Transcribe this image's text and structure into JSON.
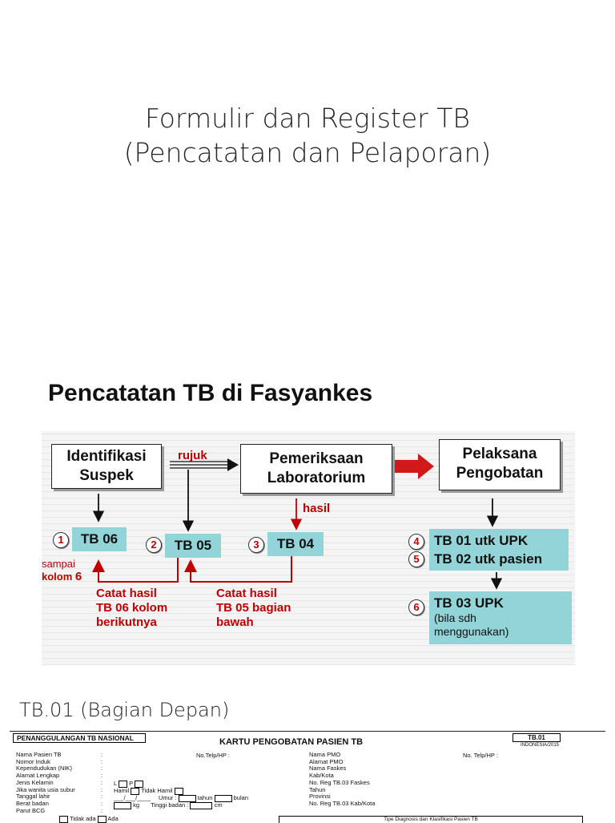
{
  "slide1": {
    "title_line1": "Formulir dan Register TB",
    "title_line2": "(Pencatatan dan Pelaporan)"
  },
  "slide2": {
    "heading": "Pencatatan TB di Fasyankes",
    "boxes": {
      "identifikasi_l1": "Identifikasi",
      "identifikasi_l2": "Suspek",
      "pemeriksaan_l1": "Pemeriksaan",
      "pemeriksaan_l2": "Laboratorium",
      "pelaksana_l1": "Pelaksana",
      "pelaksana_l2": "Pengobatan"
    },
    "labels": {
      "rujuk": "rujuk",
      "hasil": "hasil",
      "sampai": "sampai",
      "kolom": "kolom",
      "kolom_num": "6",
      "catat1_l1": "Catat hasil",
      "catat1_l2": "TB 06 kolom",
      "catat1_l3": "berikutnya",
      "catat2_l1": "Catat hasil",
      "catat2_l2": "TB 05 bagian",
      "catat2_l3": "bawah"
    },
    "numbers": [
      "1",
      "2",
      "3",
      "4",
      "5",
      "6"
    ],
    "forms": {
      "tb06": "TB 06",
      "tb05": "TB 05",
      "tb04": "TB 04",
      "tb01": "TB 01 utk UPK",
      "tb02": "TB 02 utk pasien",
      "tb03": "TB 03 UPK",
      "tb03_note_l1": "(bila sdh",
      "tb03_note_l2": "menggunakan)"
    },
    "colors": {
      "accent_red": "#c00000",
      "form_fill": "#92d4d8"
    }
  },
  "slide3": {
    "title": "TB.01 (Bagian Depan)",
    "card": {
      "program": "PENANGGULANGAN TB NASIONAL",
      "title": "KARTU PENGOBATAN PASIEN TB",
      "code": "TB.01",
      "edition": "INDONESIA/2015",
      "left_fields": [
        "Nama Pasien TB",
        "Nomor Induk",
        "Kependudukan (NIK)",
        "Alamat Lengkap",
        "Jenis Kelamin",
        "Jika wanita usia subur",
        "Tanggal lahir",
        "Berat badan",
        "Parut BCG"
      ],
      "mid_fields": [
        "No.Telp/HP",
        "Nama PMO",
        "Alamat PMO",
        "Nama Faskes",
        "Kab/Kota",
        "No. Reg TB.03 Faskes",
        "Tahun",
        "Provinsi",
        "No. Reg TB.03 Kab/Kota"
      ],
      "phone_right": "No. Telp/HP",
      "sex_l": "L",
      "sex_p": "P",
      "hamil": "Hamil",
      "tidak_hamil": "Tidak Hamil",
      "date_fmt": "___/___/____",
      "umur": "Umur :",
      "tahun": "tahun",
      "bulan": "bulan",
      "kg": "kg",
      "tinggi": "Tinggi badan :",
      "cm": "cm",
      "tidak_ada": "Tidak ada",
      "ada": "Ada",
      "tipe_header": "Tipe Diagnosis dan Klasifikasi Pasien TB"
    }
  }
}
